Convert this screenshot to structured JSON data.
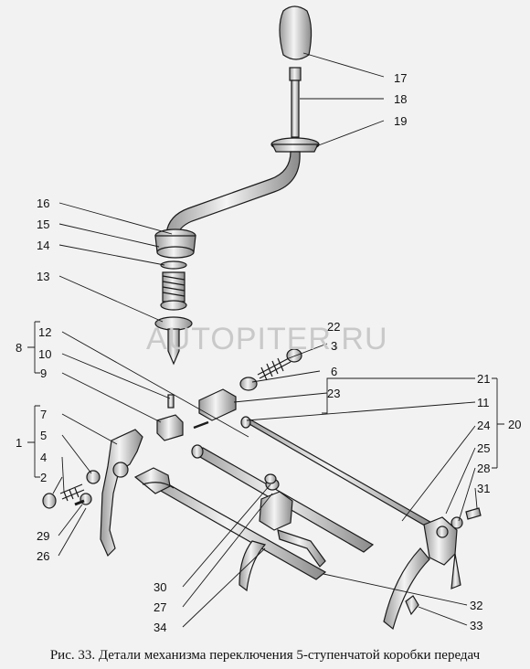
{
  "watermark": "AUTOPITER.RU",
  "caption": "Рис. 33. Детали механизма переключения 5-ступенчатой коробки передач",
  "labels": {
    "l1": "1",
    "l2": "2",
    "l3": "3",
    "l4": "4",
    "l5": "5",
    "l6": "6",
    "l7": "7",
    "l8": "8",
    "l9": "9",
    "l10": "10",
    "l11": "11",
    "l12": "12",
    "l13": "13",
    "l14": "14",
    "l15": "15",
    "l16": "16",
    "l17": "17",
    "l18": "18",
    "l19": "19",
    "l20": "20",
    "l21": "21",
    "l22": "22",
    "l23": "23",
    "l24": "24",
    "l25": "25",
    "l26": "26",
    "l27": "27",
    "l28": "28",
    "l29": "29",
    "l30": "30",
    "l31": "31",
    "l32": "32",
    "l33": "33",
    "l34": "34"
  },
  "colors": {
    "line": "#1a1a1a",
    "fill": "#ffffff",
    "shade": "#bdbdbd",
    "background": "#f2f2f2"
  }
}
